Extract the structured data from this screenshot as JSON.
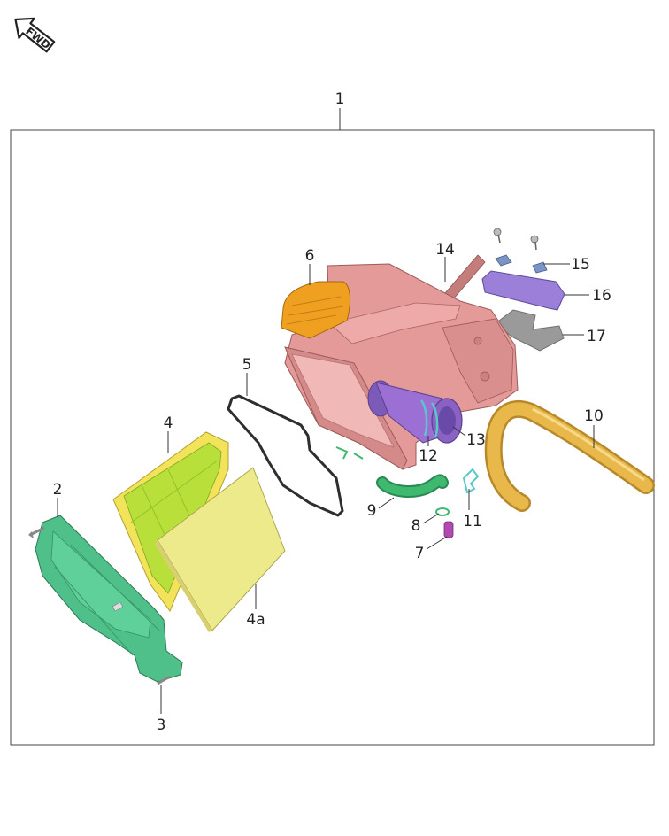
{
  "fwd_label": "FWD",
  "callouts": {
    "c1": "1",
    "c2": "2",
    "c3": "3",
    "c4": "4",
    "c4a": "4a",
    "c5": "5",
    "c6": "6",
    "c7": "7",
    "c8": "8",
    "c9": "9",
    "c10": "10",
    "c11": "11",
    "c12": "12",
    "c13": "13",
    "c14": "14",
    "c15": "15",
    "c16": "16",
    "c17": "17"
  },
  "colors": {
    "housing": "#e39a98",
    "filter_frame": "#f2e35a",
    "filter_mesh": "#b9e03a",
    "filter_element": "#ecea8a",
    "cover": "#4fc08a",
    "lid": "#f0a020",
    "purple": "#9b6fd3",
    "hose": "#e8b84a",
    "grey_part": "#9a9a9a",
    "green_hose": "#3fb870",
    "teal_clip": "#5ac8c8"
  }
}
